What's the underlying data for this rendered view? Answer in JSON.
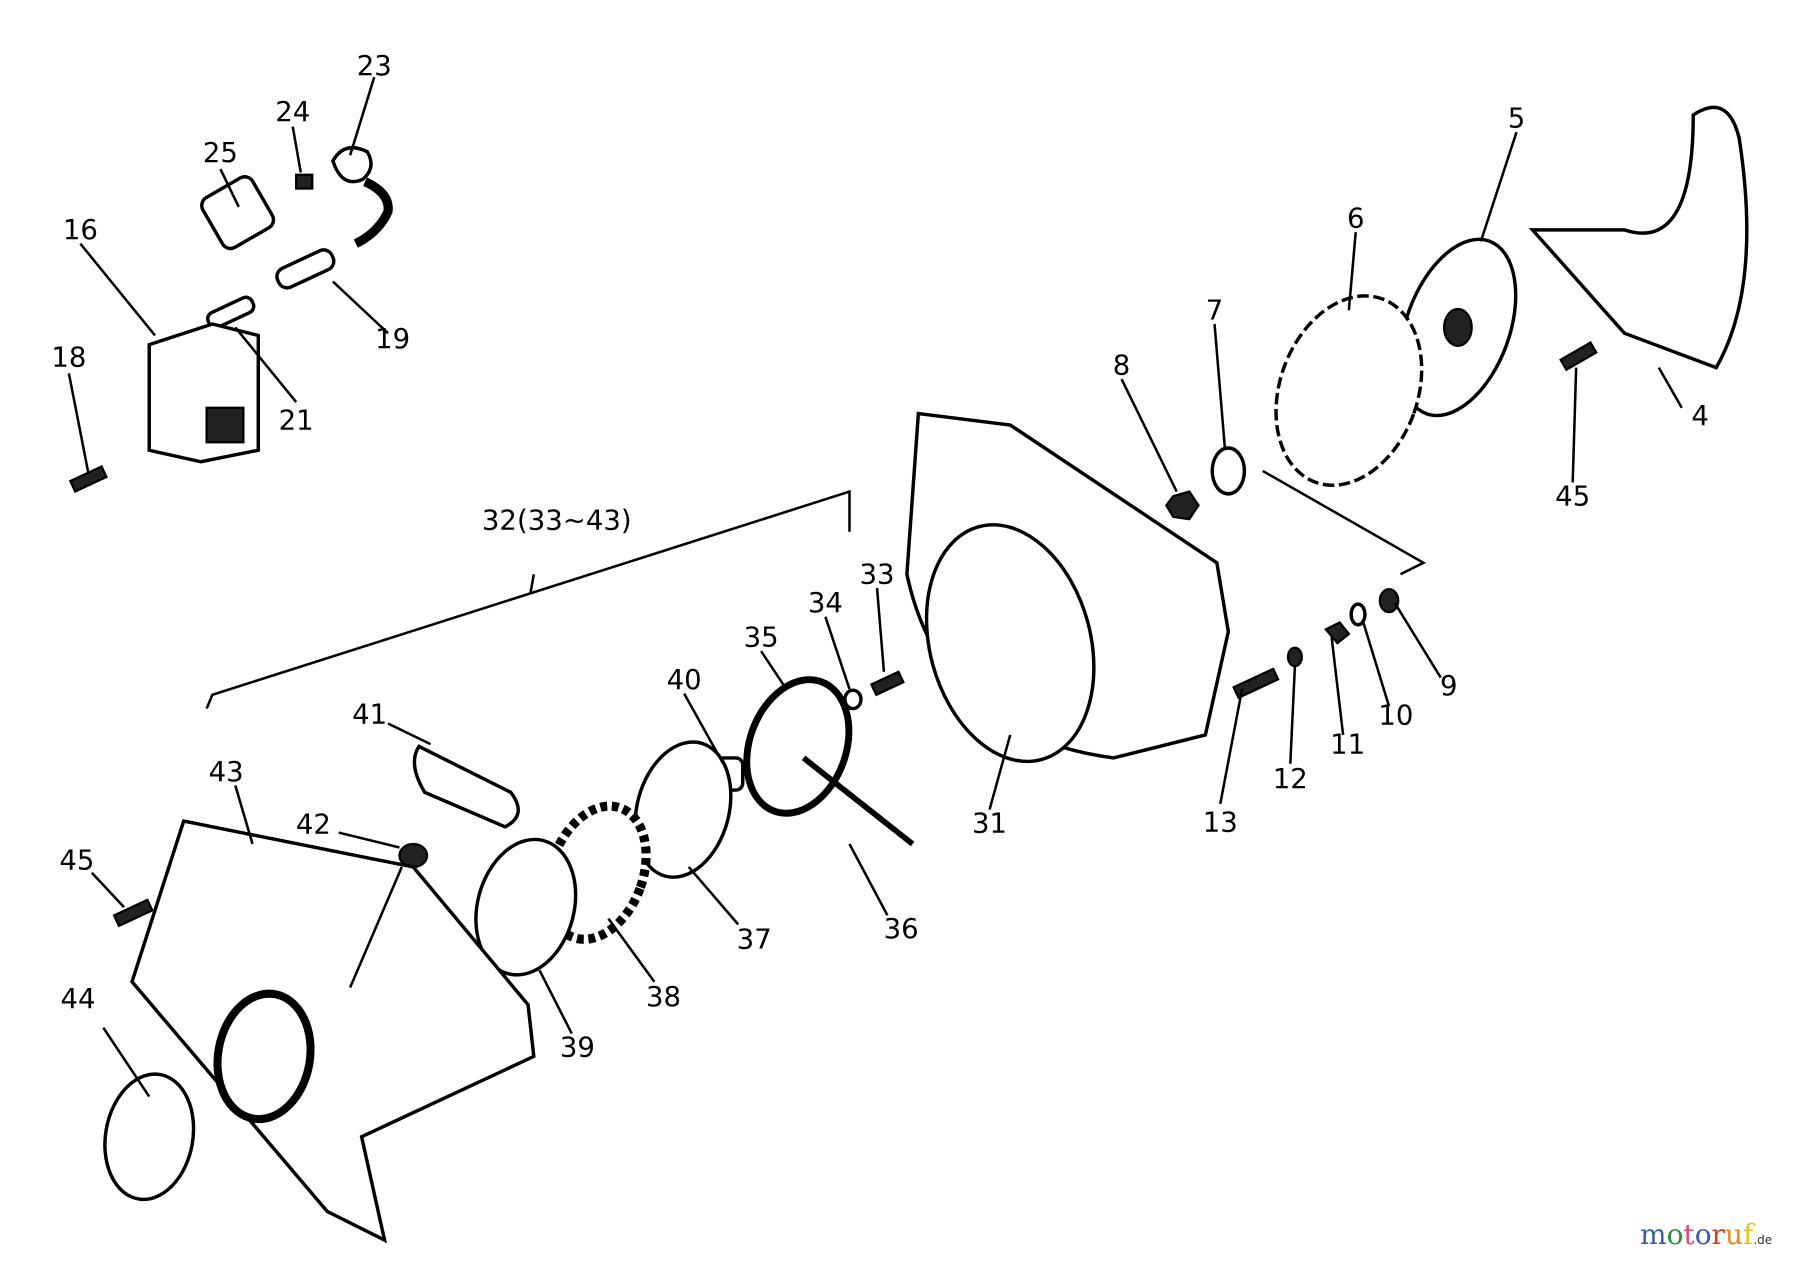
{
  "diagram": {
    "labels": {
      "l23": "23",
      "l24": "24",
      "l25": "25",
      "l16": "16",
      "l19": "19",
      "l21": "21",
      "l18": "18",
      "l5": "5",
      "l6": "6",
      "l7": "7",
      "l8": "8",
      "l4": "4",
      "l45a": "45",
      "l32": "32(33~43)",
      "l33": "33",
      "l34": "34",
      "l35": "35",
      "l40": "40",
      "l41": "41",
      "l43": "43",
      "l42": "42",
      "l45b": "45",
      "l9": "9",
      "l10": "10",
      "l11": "11",
      "l12": "12",
      "l13": "13",
      "l31": "31",
      "l36": "36",
      "l37": "37",
      "l38": "38",
      "l39": "39",
      "l44": "44"
    }
  },
  "watermark": {
    "letters": [
      "m",
      "o",
      "t",
      "o",
      "r",
      "u",
      "f"
    ],
    "suffix": ".de",
    "colors": [
      "#3b5aa8",
      "#2f8f3a",
      "#e8407a",
      "#3b5aa8",
      "#d83a2a",
      "#e88a1a",
      "#e8c21a"
    ]
  }
}
